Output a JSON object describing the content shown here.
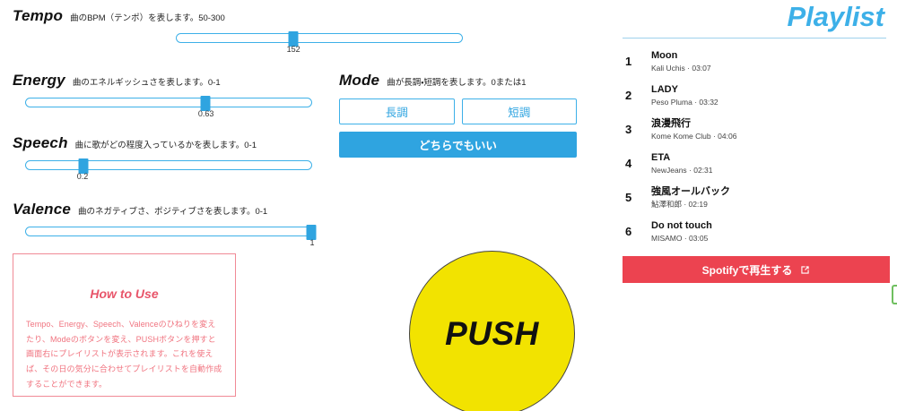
{
  "params": [
    {
      "name": "Tempo",
      "desc": "曲のBPM（テンポ）を表します。50-300",
      "value": "152",
      "percent": 41
    },
    {
      "name": "Energy",
      "desc": "曲のエネルギッシュさを表します。0-1",
      "value": "0.63",
      "percent": 63
    },
    {
      "name": "Speech",
      "desc": "曲に歌がどの程度入っているかを表します。0-1",
      "value": "0.2",
      "percent": 20
    },
    {
      "name": "Valence",
      "desc": "曲のネガティブさ、ポジティブさを表します。0-1",
      "value": "1",
      "percent": 100
    }
  ],
  "mode": {
    "name": "Mode",
    "desc": "曲が長調・短調を表します。0または1",
    "major_label": "長調",
    "minor_label": "短調",
    "either_label": "どちらでもいい",
    "selected": "either"
  },
  "howto": {
    "title": "How to Use",
    "body": "Tempo、Energy、Speech、Valenceのひねりを変えたり、Modeのボタンを変え、PUSHボタンを押すと画面右にプレイリストが表示されます。これを使えば、その日の気分に合わせてプレイリストを自動作成することができます。"
  },
  "push": {
    "label": "PUSH"
  },
  "playlist": {
    "title": "Playlist",
    "tracks": [
      {
        "index": "1",
        "title": "Moon",
        "sub": "Kali Uchis · 03:07"
      },
      {
        "index": "2",
        "title": "LADY",
        "sub": "Peso Pluma · 03:32"
      },
      {
        "index": "3",
        "title": "浪漫飛行",
        "sub": "Kome Kome Club · 04:06"
      },
      {
        "index": "4",
        "title": "ETA",
        "sub": "NewJeans · 02:31"
      },
      {
        "index": "5",
        "title": "強風オールバック",
        "sub": "鮎澤和郎 · 02:19"
      },
      {
        "index": "6",
        "title": "Do not touch",
        "sub": "MISAMO · 03:05"
      }
    ],
    "spotify_button": "Spotifyで再生する"
  },
  "colors": {
    "accent_blue": "#2fa4e0",
    "accent_red": "#ec4350",
    "push_yellow": "#f2e300",
    "howto_pink": "#f0737f"
  }
}
